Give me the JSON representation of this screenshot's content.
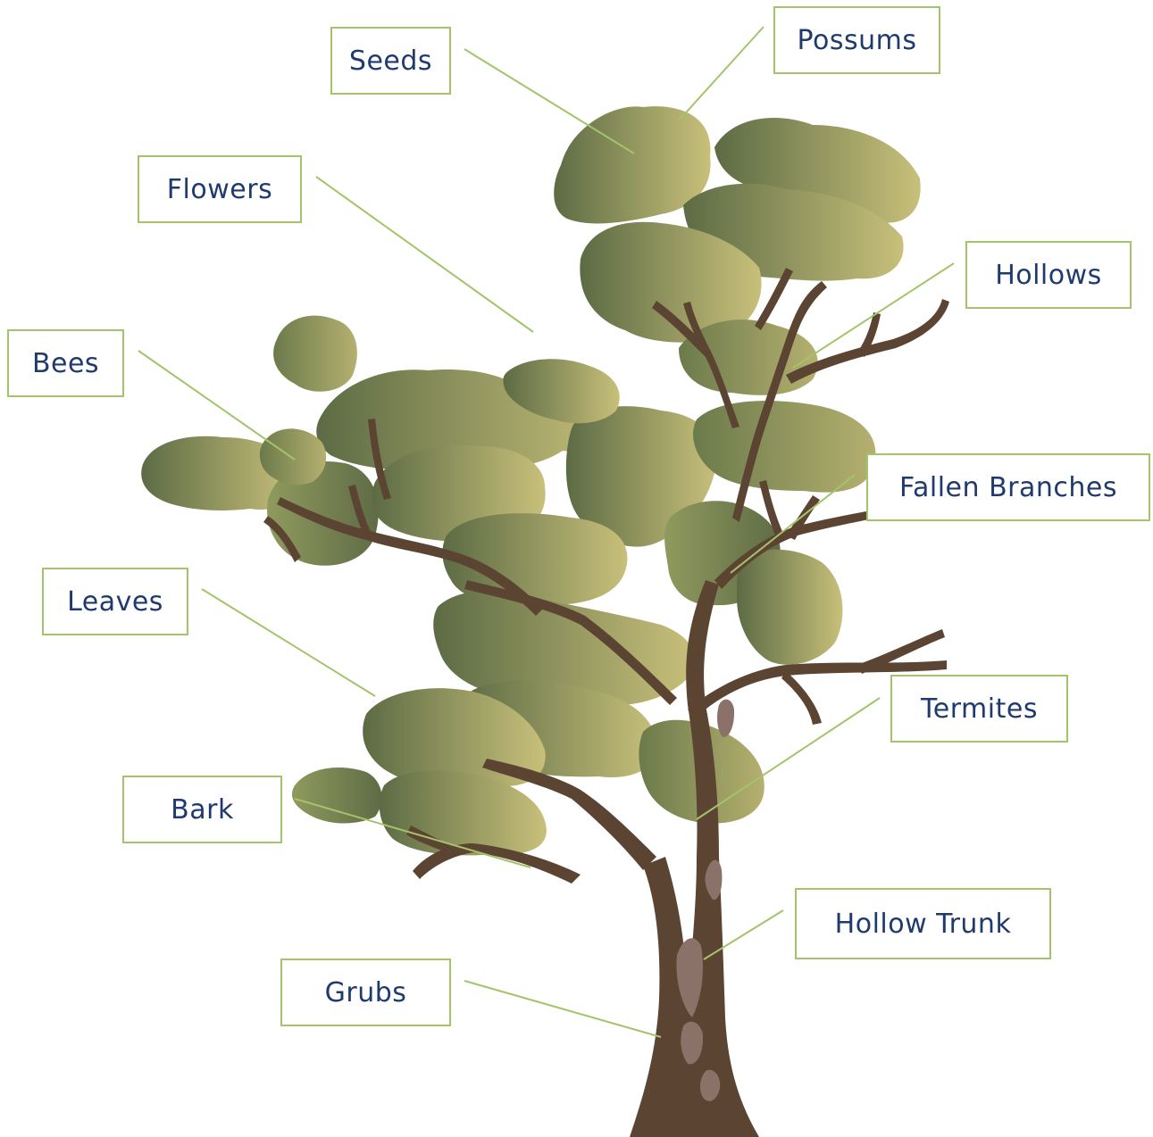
{
  "labels": {
    "seeds": "Seeds",
    "possums": "Possums",
    "flowers": "Flowers",
    "hollows": "Hollows",
    "bees": "Bees",
    "fallen_branches": "Fallen Branches",
    "leaves": "Leaves",
    "termites": "Termites",
    "bark": "Bark",
    "hollow_trunk": "Hollow Trunk",
    "grubs": "Grubs"
  },
  "colors": {
    "label_text": "#1f3a6e",
    "box_border": "#a3c46b",
    "leader_line": "#a3c46b",
    "trunk": "#5c4433",
    "trunk_patch": "#8a7268",
    "foliage_dark": "#5c6b44",
    "foliage_light": "#c8c07a"
  }
}
